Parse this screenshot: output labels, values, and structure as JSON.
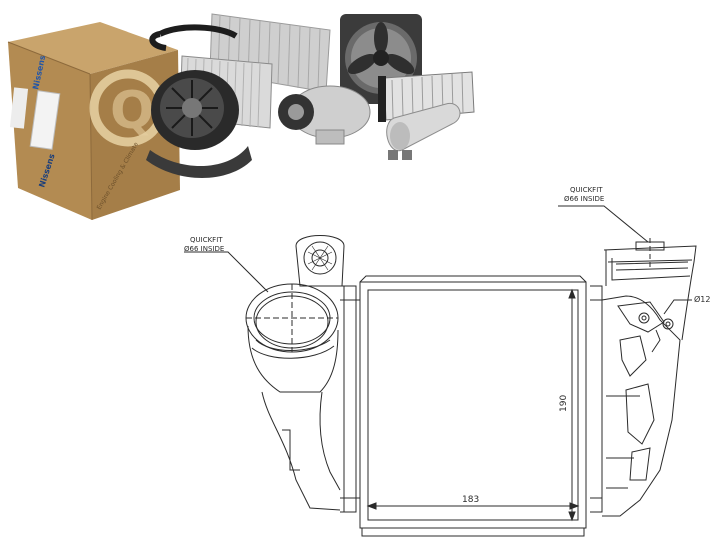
{
  "product_photo": {
    "box_brand": "Nissens",
    "box_tagline": "Engine Cooling & Climate",
    "box_logo_letter": "Q",
    "box_brand_vertical": "Nissens"
  },
  "drawing": {
    "callout_left": {
      "line1": "QUICKFIT",
      "line2": "Ø66 INSIDE"
    },
    "callout_right": {
      "line1": "QUICKFIT",
      "line2": "Ø66 INSIDE"
    },
    "dim_width": "183",
    "dim_height": "190",
    "dim_hole": "Ø12"
  },
  "colors": {
    "line": "#2b2b2b",
    "box": "#b8915a",
    "box_dark": "#8d6a3c",
    "box_label": "#2456a6"
  }
}
